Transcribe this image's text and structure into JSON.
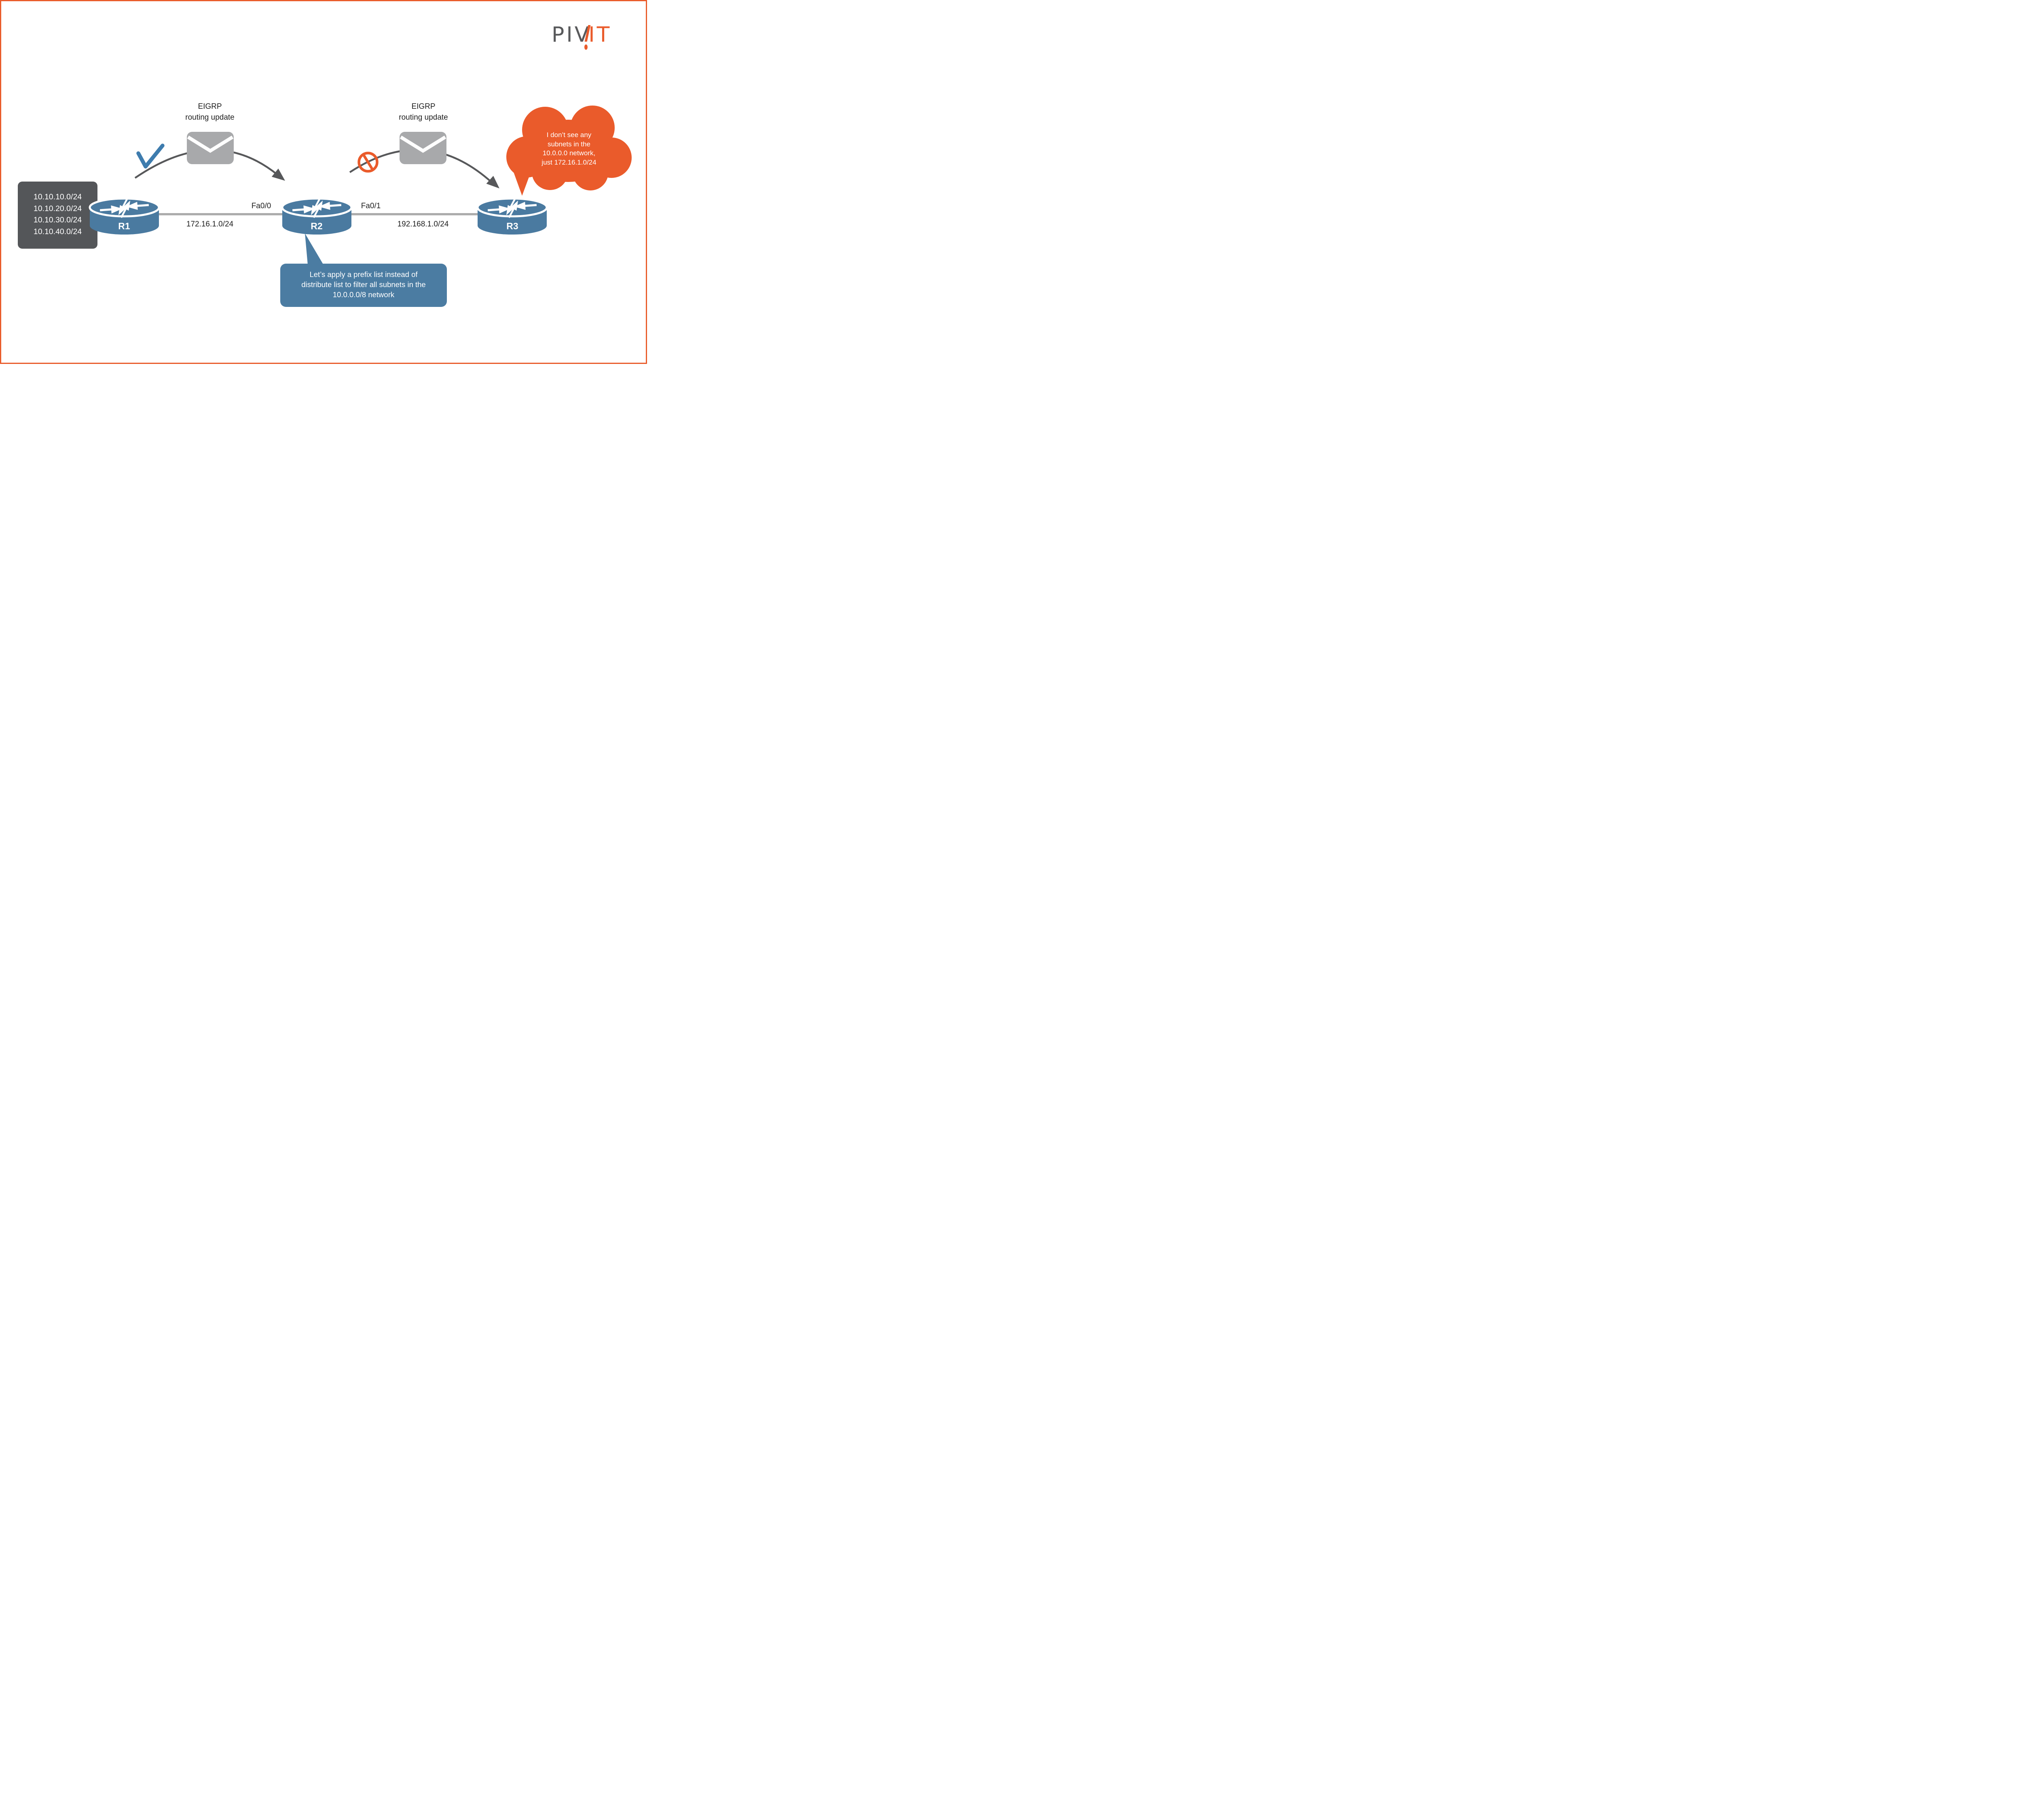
{
  "page": {
    "background": "#FFFFFF",
    "border_color": "#E95C2B"
  },
  "logo": {
    "grey_text": "PIV",
    "orange_text": "IT",
    "grey_color": "#58595B",
    "orange_color": "#EA5B2B"
  },
  "colors": {
    "router_blue": "#4A7AA0",
    "speech_bubble_blue": "#4B7CA2",
    "thought_cloud_orange": "#EA5B2B",
    "subnet_box_grey": "#545659",
    "envelope_grey": "#A8A9AB",
    "link_grey": "#ABABAB",
    "curved_arrow_grey": "#57585A",
    "check_blue": "#3E7CAE",
    "label_text": "#1E1E1E"
  },
  "subnet_box": {
    "lines": [
      "10.10.10.0/24",
      "10.10.20.0/24",
      "10.10.30.0/24",
      "10.10.40.0/24"
    ]
  },
  "routers": [
    {
      "label": "R1"
    },
    {
      "label": "R2"
    },
    {
      "label": "R3"
    }
  ],
  "link_labels": {
    "left_interface": "Fa0/0",
    "right_interface": "Fa0/1",
    "left_network": "172.16.1.0/24",
    "right_network": "192.168.1.0/24"
  },
  "updates": {
    "left": {
      "line1": "EIGRP",
      "line2": "routing update",
      "icon": "check-icon"
    },
    "right": {
      "line1": "EIGRP",
      "line2": "routing update",
      "icon": "no-entry-icon"
    }
  },
  "r2_speech": {
    "lines": [
      "Let’s apply a prefix list instead of",
      "distribute list to filter all subnets in the",
      "10.0.0.0/8 network"
    ]
  },
  "r3_thought": {
    "lines": [
      "I don’t see any",
      "subnets in the",
      "10.0.0.0 network,",
      "just 172.16.1.0/24"
    ]
  }
}
